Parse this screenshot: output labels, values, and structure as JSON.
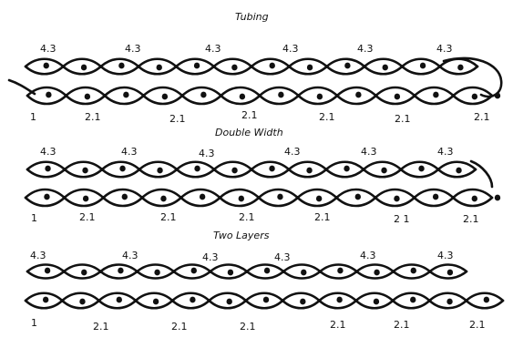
{
  "diagrams": [
    {
      "title": "Tubing",
      "top_labels": [
        "4.3",
        "4.3",
        "4.3",
        "4.3",
        "4.3",
        "4.3"
      ],
      "bottom_labels": [
        "1",
        "2.1",
        "2.1",
        "2.1",
        "2.1",
        "2.1",
        "2.1"
      ]
    },
    {
      "title": "Double Width",
      "top_labels": [
        "4.3",
        "4.3",
        "4.3",
        "4.3",
        "4.3",
        "4.3"
      ],
      "bottom_labels": [
        "1",
        "2.1",
        "2.1",
        "2.1",
        "2.1",
        "2 1",
        "2.1"
      ]
    },
    {
      "title": "Two Layers",
      "top_labels": [
        "4.3",
        "4.3",
        "4.3",
        "4.3",
        "4.3",
        "4.3"
      ],
      "bottom_labels": [
        "1",
        "2.1",
        "2.1",
        "2.1",
        "2.1",
        "2.1",
        "2.1"
      ]
    }
  ]
}
